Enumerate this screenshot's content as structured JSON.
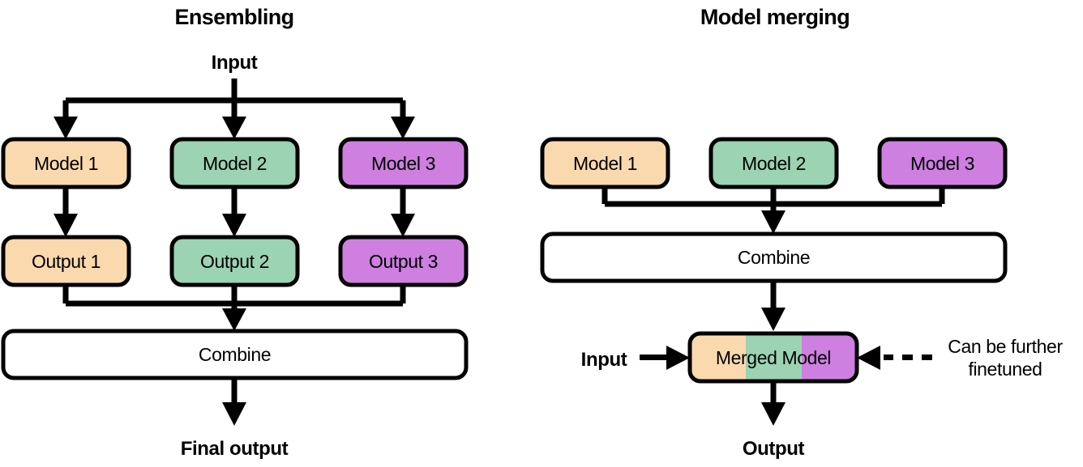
{
  "figure": {
    "background": "#ffffff",
    "stroke_color": "#000000"
  },
  "palette": {
    "orange": "#FBD9AE",
    "green": "#9BD3B3",
    "purple": "#CE7FE0",
    "white": "#FFFFFF",
    "outline": "#000000"
  },
  "panels": {
    "left": {
      "title": "Ensembling",
      "input_label": "Input",
      "models": [
        {
          "label": "Model 1",
          "color": "#FBD9AE"
        },
        {
          "label": "Model 2",
          "color": "#9BD3B3"
        },
        {
          "label": "Model 3",
          "color": "#CE7FE0"
        }
      ],
      "outputs": [
        {
          "label": "Output 1",
          "color": "#FBD9AE"
        },
        {
          "label": "Output 2",
          "color": "#9BD3B3"
        },
        {
          "label": "Output 3",
          "color": "#CE7FE0"
        }
      ],
      "combine_label": "Combine",
      "final_output_label": "Final output"
    },
    "right": {
      "title": "Model merging",
      "models": [
        {
          "label": "Model 1",
          "color": "#FBD9AE"
        },
        {
          "label": "Model 2",
          "color": "#9BD3B3"
        },
        {
          "label": "Model 3",
          "color": "#CE7FE0"
        }
      ],
      "combine_label": "Combine",
      "merged_model_label": "Merged Model",
      "merged_model_bands": [
        "#FBD9AE",
        "#9BD3B3",
        "#CE7FE0"
      ],
      "input_label": "Input",
      "output_label": "Output",
      "annotation_line_1": "Can be further",
      "annotation_line_2": "finetuned"
    }
  }
}
